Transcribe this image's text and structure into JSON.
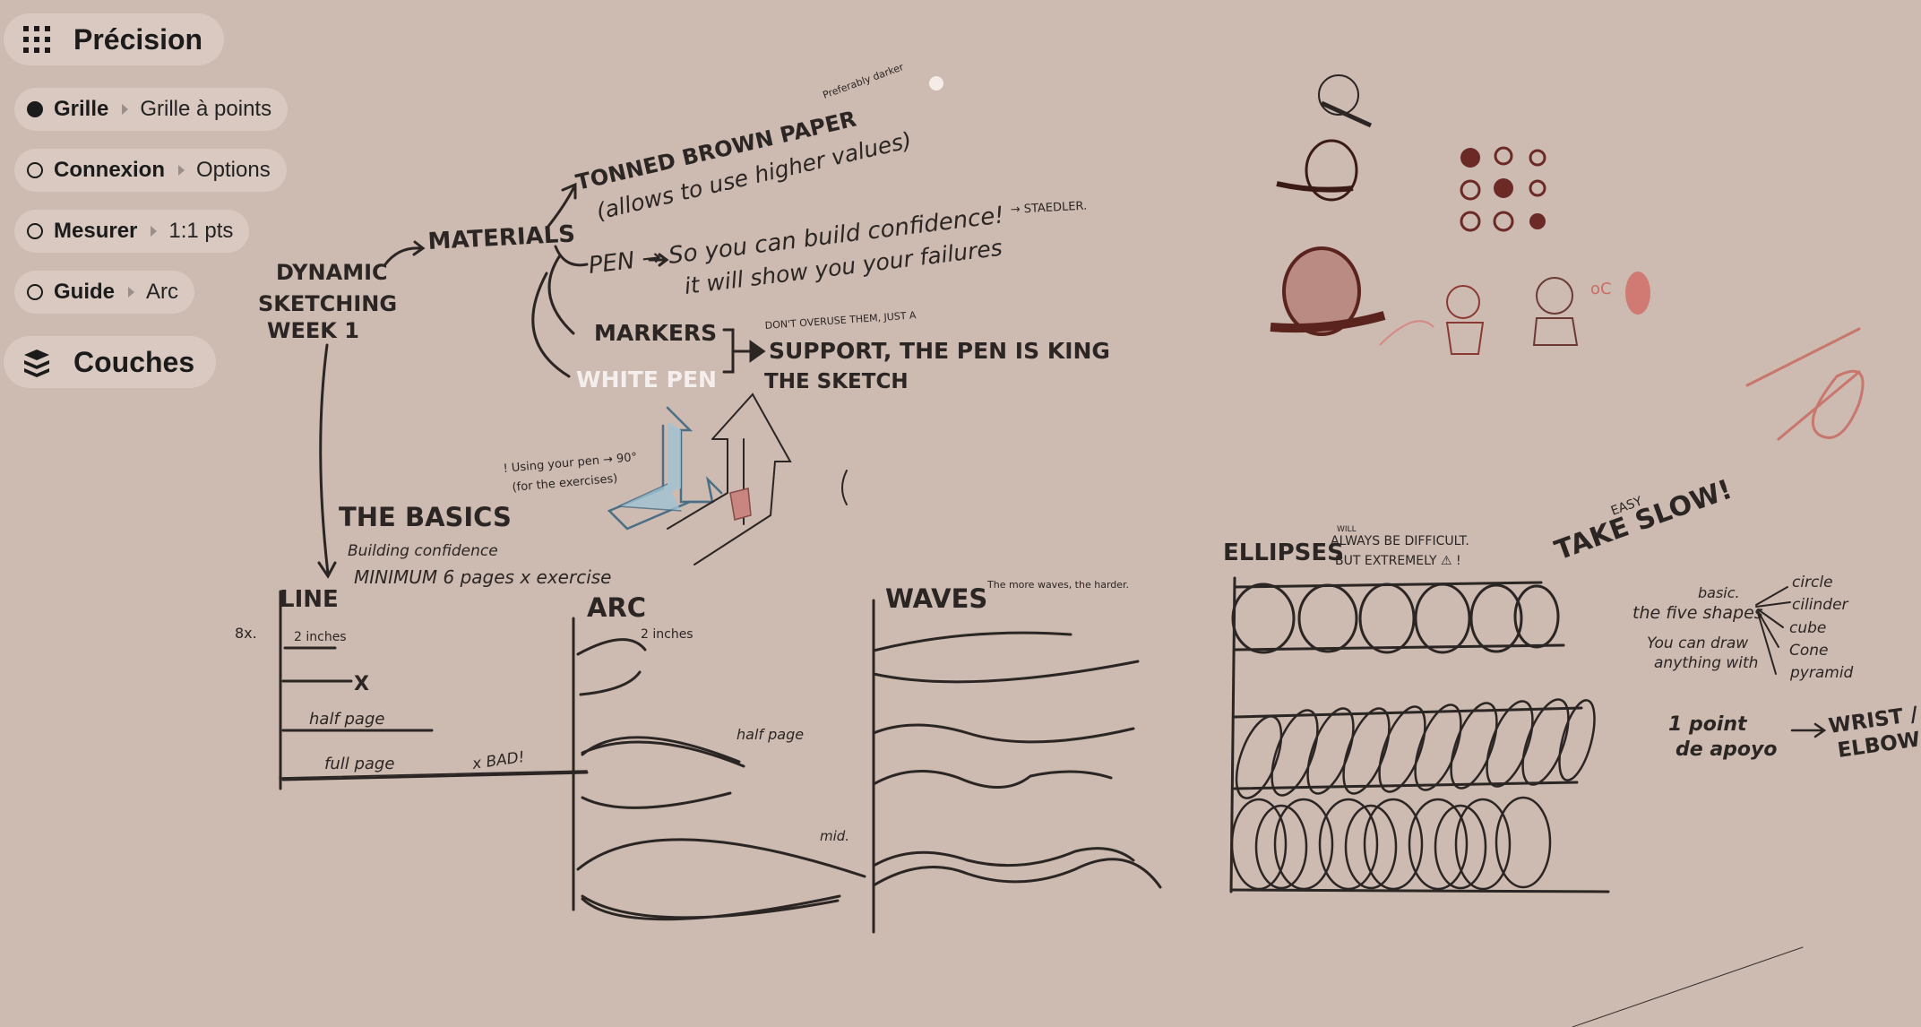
{
  "toolbar": {
    "precision_title": "Précision",
    "layers_title": "Couches",
    "rows": [
      {
        "name": "Grille",
        "value": "Grille à points",
        "checked": true
      },
      {
        "name": "Connexion",
        "value": "Options",
        "checked": false
      },
      {
        "name": "Mesurer",
        "value": "1:1 pts",
        "checked": false
      },
      {
        "name": "Guide",
        "value": "Arc",
        "checked": false
      }
    ]
  },
  "sketch": {
    "title": [
      "DYNAMIC",
      "SKETCHING",
      "WEEK 1"
    ],
    "materials": "MATERIALS",
    "paper_line1": "TONNED BROWN PAPER",
    "paper_line2": "(allows to use higher values)",
    "paper_note": "Preferably darker",
    "pen_line1": "PEN → So you can build confidence!",
    "pen_line2": "it will show you your failures",
    "staedler": "→ STAEDLER.",
    "markers": "MARKERS",
    "white_pen": "WHITE PEN",
    "dont_overuse": "DON'T OVERUSE THEM, JUST A",
    "support": "SUPPORT, THE PEN IS KING",
    "the_sketch": "THE SKETCH",
    "pen_note1": "! Using your pen → 90°",
    "pen_note2": "(for the exercises)",
    "basics_title": "THE BASICS",
    "basics_sub": "Building confidence",
    "basics_min": "MINIMUM 6 pages x exercise",
    "line_title": "LINE",
    "line_8x": "8x.",
    "line_2in": "2 inches",
    "line_x": "X",
    "line_half": "half page",
    "line_full": "full page",
    "line_bad": "x BAD!",
    "arc_title": "ARC",
    "arc_2in": "2 inches",
    "arc_half": "half page",
    "arc_mid": "mid.",
    "waves_title": "WAVES",
    "waves_note": "The more waves, the harder.",
    "ellipses_title": "ELLIPSES",
    "ellipses_note1": "ALWAYS BE DIFFICULT.",
    "ellipses_will": "WILL",
    "ellipses_note2": "BUT EXTREMELY ⚠ !",
    "take_slow": "TAKE SLOW!",
    "easy": "EASY",
    "shapes_basic": "basic.",
    "shapes_the": "the five shapes",
    "shapes_draw1": "You can draw",
    "shapes_draw2": "anything with",
    "shapes_list": [
      "circle",
      "cilinder",
      "cube",
      "Cone",
      "pyramid"
    ],
    "punto1": "1 point",
    "punto2": "de apoyo",
    "wrist": "WRIST /",
    "elbow": "ELBOW",
    "oc": "oC"
  }
}
